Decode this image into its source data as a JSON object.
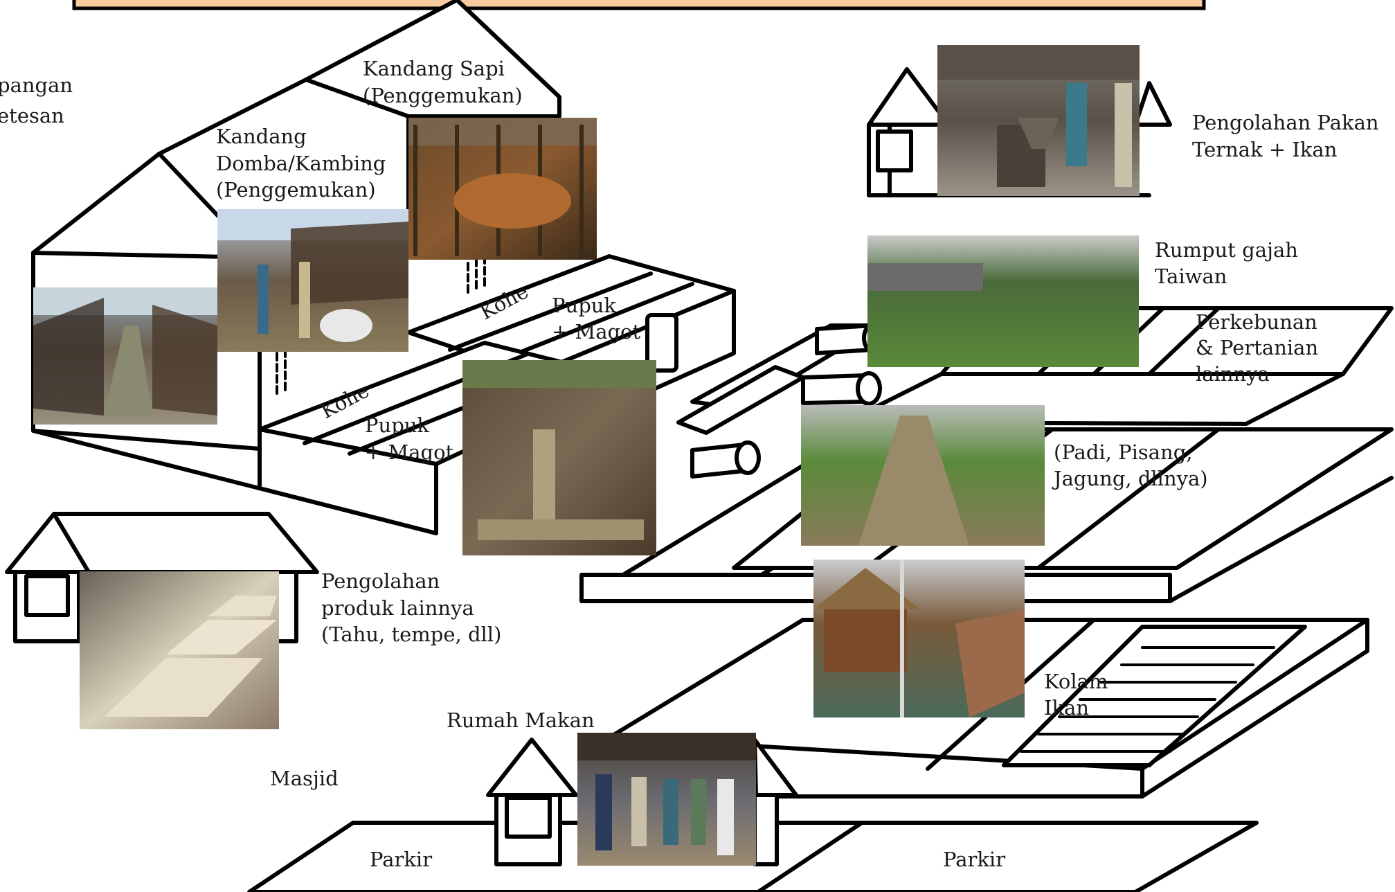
{
  "labels": {
    "kandang_sapi_1": "Kandang Sapi",
    "kandang_sapi_2": "(Penggemukan)",
    "kandang_domba_1": "Kandang",
    "kandang_domba_2": "Domba/Kambing",
    "kandang_domba_3": "(Penggemukan)",
    "top_left_1": "pangan",
    "top_left_2": "etesan",
    "kohe_upper": "Kohe",
    "kohe_lower": "Kohe",
    "pupuk_upper_1": "Pupuk",
    "pupuk_upper_2": "+ Magot",
    "pupuk_lower_1": "Pupuk",
    "pupuk_lower_2": "+ Magot",
    "pengolahan_pakan_1": "Pengolahan Pakan",
    "pengolahan_pakan_2": "Ternak + Ikan",
    "rumput_1": "Rumput gajah",
    "rumput_2": "Taiwan",
    "perkebunan_1": "Perkebunan",
    "perkebunan_2": "& Pertanian",
    "perkebunan_3": "lainnya",
    "padi_1": "(Padi, Pisang,",
    "padi_2": "Jagung, dllnya)",
    "pengolahan_produk_1": "Pengolahan",
    "pengolahan_produk_2": "produk lainnya",
    "pengolahan_produk_3": "(Tahu, tempe, dll)",
    "kolam_1": "Kolam",
    "kolam_2": "Ikan",
    "rumah_makan": "Rumah Makan",
    "masjid": "Masjid",
    "parkir_left": "Parkir",
    "parkir_right": "Parkir"
  },
  "colors": {
    "title_bar_fill": "#f8cba0",
    "title_bar_border": "#000000",
    "outline": "#000000"
  }
}
